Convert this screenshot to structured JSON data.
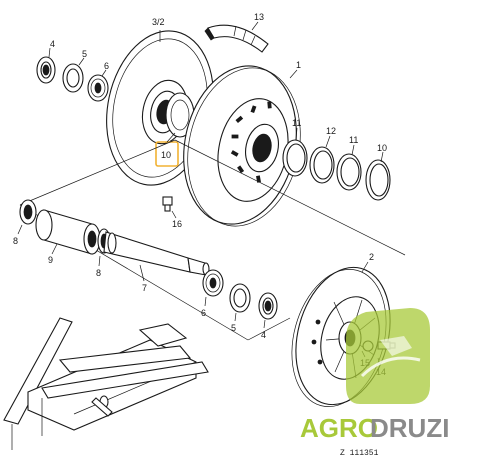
{
  "callouts": {
    "c32": "3/2",
    "c13": "13",
    "c4": "4",
    "c5_top": "5",
    "c6_top": "6",
    "c1": "1",
    "c11_a": "11",
    "c12": "12",
    "c11_b": "11",
    "c10_hub": "10",
    "c10_ring": "10",
    "c16": "16",
    "c8_left": "8",
    "c9": "9",
    "c8_mid": "8",
    "c7": "7",
    "c6_bottom": "6",
    "c5_bottom": "5",
    "c4_bottom": "4",
    "c2": "2",
    "c15": "15",
    "c14": "14"
  },
  "watermark": {
    "part1": "AGRO",
    "part2": "DRUZI"
  },
  "drawing_ref": "Z 111351",
  "colors": {
    "highlight": "#f2b233",
    "brand_green": "#a8c93a",
    "brand_gray": "#8a8a8a",
    "line": "#1a1a1a"
  }
}
